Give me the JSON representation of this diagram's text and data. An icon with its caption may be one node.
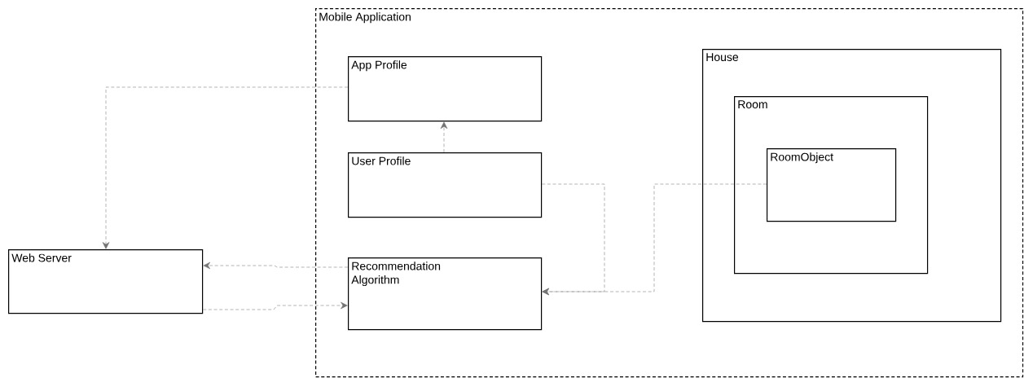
{
  "diagram": {
    "nodes": [
      {
        "text": [
          "Mobile Application"
        ]
      },
      {
        "text": [
          "App Profile"
        ],
        "in": 0
      },
      {
        "text": [
          "User Profile"
        ],
        "in": 0
      },
      {
        "text": [
          "Recommendation Algorithm"
        ],
        "in": 0
      },
      {
        "text": [
          "House"
        ],
        "in": 0
      },
      {
        "text": [
          "Room"
        ],
        "in": 4
      },
      {
        "text": [
          "RoomObject"
        ],
        "in": 5
      },
      {
        "text": [
          "Web Server"
        ]
      }
    ],
    "edges": [
      {
        "from": 1,
        "to": 7,
        "arrow": "to",
        "style": "dashed"
      },
      {
        "from": 2,
        "to": 1,
        "arrow": "to",
        "style": "dashed"
      },
      {
        "from": 3,
        "to": 7,
        "arrow": "to",
        "style": "dashed"
      },
      {
        "from": 7,
        "to": 3,
        "arrow": "to",
        "style": "dashed"
      },
      {
        "from": 2,
        "to": 3,
        "arrow": "to",
        "style": "dashed"
      },
      {
        "from": 6,
        "to": 3,
        "arrow": "to",
        "style": "dashed"
      }
    ]
  }
}
